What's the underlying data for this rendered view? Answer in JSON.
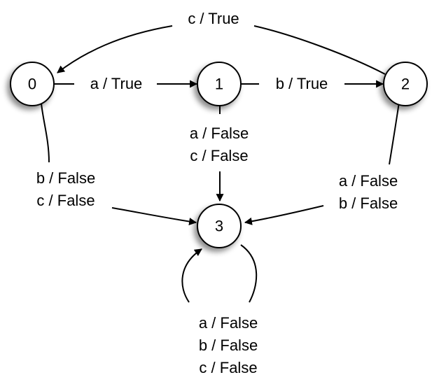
{
  "states": [
    {
      "id": "0",
      "label": "0"
    },
    {
      "id": "1",
      "label": "1"
    },
    {
      "id": "2",
      "label": "2"
    },
    {
      "id": "3",
      "label": "3"
    }
  ],
  "transitions": [
    {
      "from": "0",
      "to": "1",
      "labels": [
        "a / True"
      ]
    },
    {
      "from": "1",
      "to": "2",
      "labels": [
        "b / True"
      ]
    },
    {
      "from": "2",
      "to": "0",
      "labels": [
        "c / True"
      ]
    },
    {
      "from": "1",
      "to": "3",
      "labels": [
        "a / False",
        "c / False"
      ]
    },
    {
      "from": "0",
      "to": "3",
      "labels": [
        "b / False",
        "c / False"
      ]
    },
    {
      "from": "2",
      "to": "3",
      "labels": [
        "a / False",
        "b / False"
      ]
    },
    {
      "from": "3",
      "to": "3",
      "labels": [
        "a / False",
        "b / False",
        "c / False"
      ]
    }
  ]
}
